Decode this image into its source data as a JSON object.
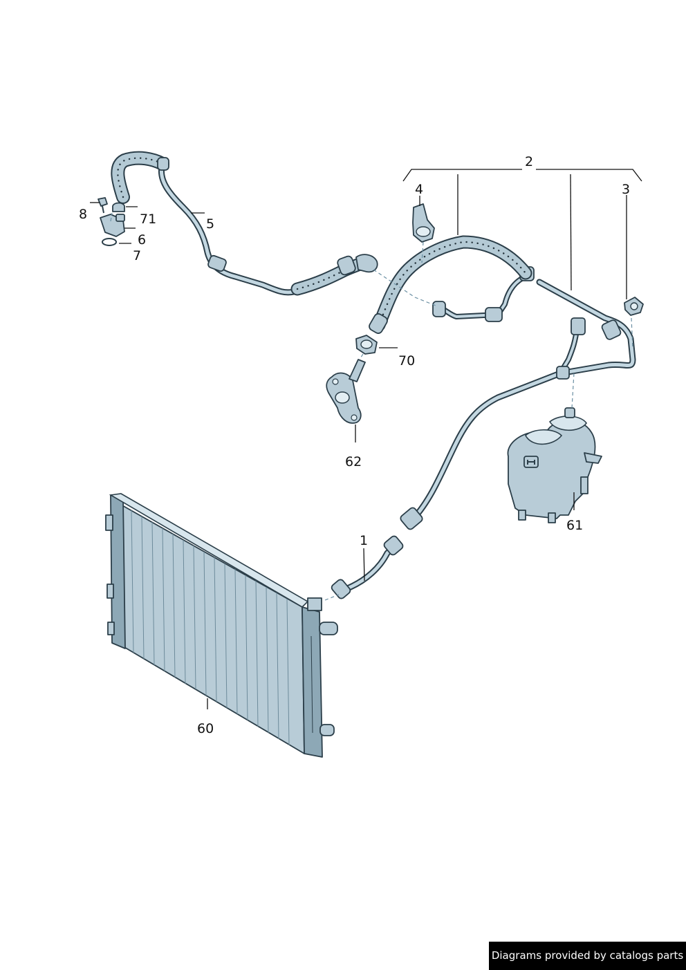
{
  "callouts": {
    "c1": "1",
    "c2": "2",
    "c3": "3",
    "c4": "4",
    "c5": "5",
    "c6": "6",
    "c7": "7",
    "c8": "8",
    "c60": "60",
    "c61": "61",
    "c62": "62",
    "c70": "70",
    "c71": "71"
  },
  "footer": {
    "text": "Diagrams provided by catalogs parts"
  },
  "colors": {
    "part_fill": "#b8ccd7",
    "outline": "#2b3e49",
    "background": "#ffffff",
    "footer_bg": "#000000"
  }
}
